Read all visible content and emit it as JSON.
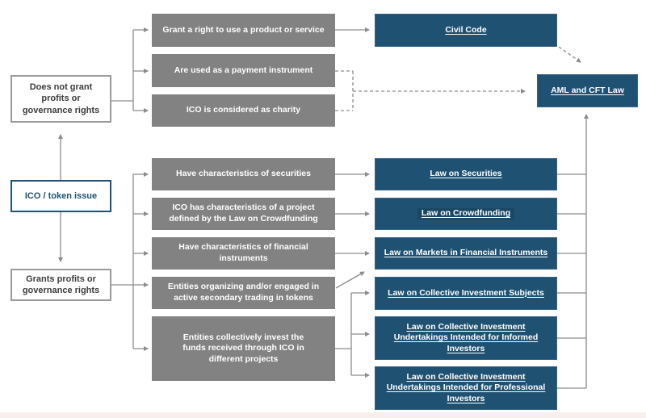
{
  "colors": {
    "accent_blue": "#1F5172",
    "box_gray": "#828282",
    "line_gray": "#8C8C8C"
  },
  "root_node": {
    "label": "ICO / token issue"
  },
  "branch_nodes": {
    "no_rights": "Does not grant profits or governance rights",
    "rights": "Grants profits or governance rights"
  },
  "criteria_top": [
    "Grant a right to use a product or service",
    "Are used as a payment instrument",
    "ICO is considered as charity"
  ],
  "criteria_bottom": [
    "Have characteristics of securities",
    "ICO has characteristics of a project defined by the Law on Crowdfunding",
    "Have characteristics of financial instruments",
    "Entities organizing and/or engaged in active secondary trading in tokens",
    "Entities collectively invest the funds received through ICO in different projects"
  ],
  "laws": {
    "civil_code": "Civil Code",
    "aml_cft": "AML and CFT Law",
    "securities": "Law on Securities",
    "crowdfunding": "Law on Crowdfunding",
    "markets_financial_instruments": "Law on Markets in Financial Instruments",
    "collective_investment_subjects": "Law on Collective Investment Subjects",
    "collective_investment_informed": "Law on Collective Investment Undertakings Intended for Informed Investors",
    "collective_investment_professional": "Law on Collective Investment Undertakings Intended for Professional Investors"
  }
}
